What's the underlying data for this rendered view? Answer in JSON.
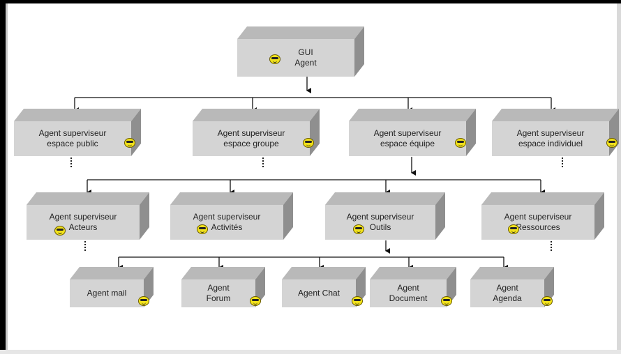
{
  "root": {
    "line1": "GUI",
    "line2": "Agent"
  },
  "level1": [
    {
      "line1": "Agent superviseur",
      "line2": "espace public"
    },
    {
      "line1": "Agent superviseur",
      "line2": "espace groupe"
    },
    {
      "line1": "Agent superviseur",
      "line2": "espace équipe"
    },
    {
      "line1": "Agent superviseur",
      "line2": "espace individuel"
    }
  ],
  "level2": [
    {
      "line1": "Agent superviseur",
      "line2": "Acteurs"
    },
    {
      "line1": "Agent superviseur",
      "line2": "Activités"
    },
    {
      "line1": "Agent superviseur",
      "line2": "Outils"
    },
    {
      "line1": "Agent superviseur",
      "line2": "Ressources"
    }
  ],
  "level3": [
    {
      "line1": "Agent mail",
      "line2": ""
    },
    {
      "line1": "Agent",
      "line2": "Forum"
    },
    {
      "line1": "Agent Chat",
      "line2": ""
    },
    {
      "line1": "Agent",
      "line2": "Document"
    },
    {
      "line1": "Agent",
      "line2": "Agenda"
    }
  ],
  "icons": {
    "agent": "smiley-sunglasses-icon"
  },
  "colors": {
    "box_front": "#d4d4d4",
    "box_top": "#b9b9b9",
    "box_side": "#8f8f8f",
    "smiley": "#f2e21a"
  }
}
